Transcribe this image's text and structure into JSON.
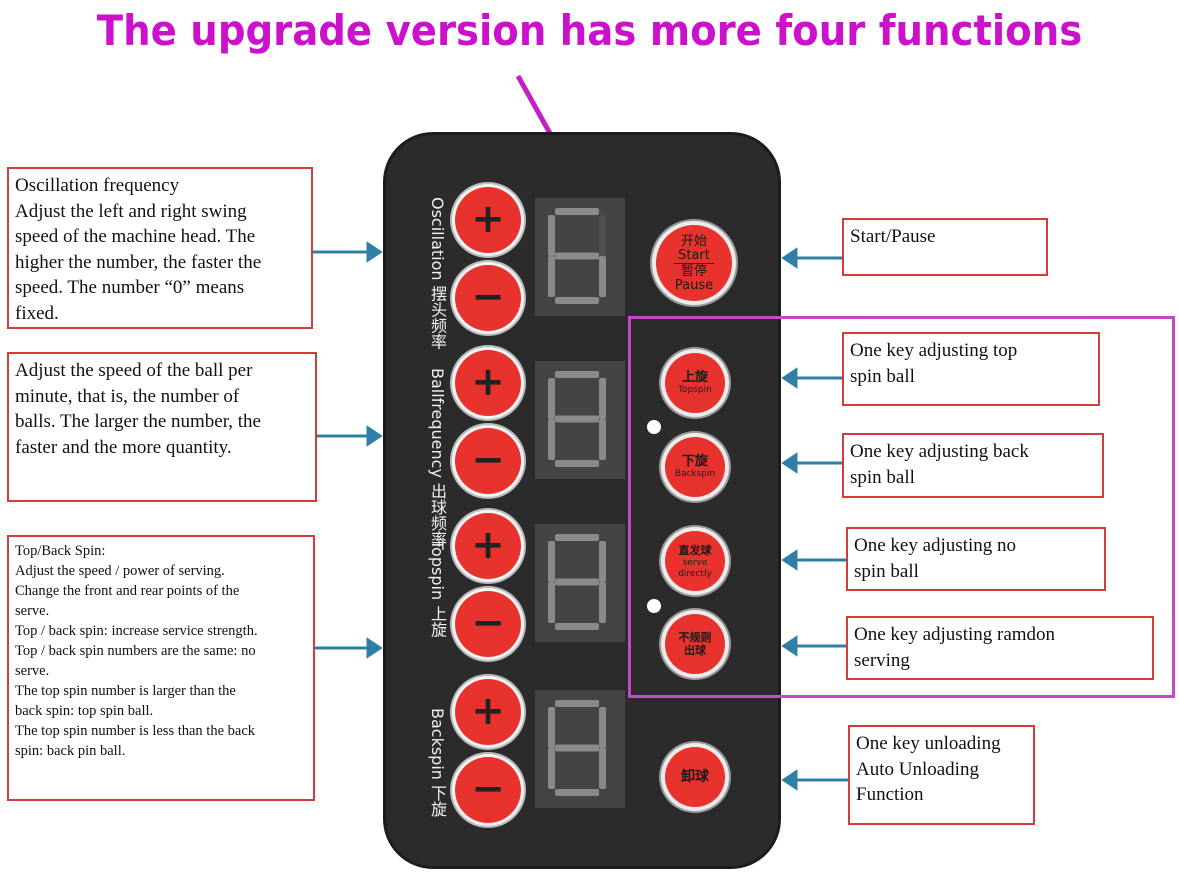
{
  "headline": "The upgrade version has more four functions",
  "callouts": {
    "oscillation": "Oscillation frequency\nAdjust the left and right swing\nspeed of the machine head. The\nhigher the number, the faster the\nspeed. The number “0” means\nfixed.",
    "ball_speed": "Adjust the speed of the ball per\nminute, that is, the number of\nballs. The larger the number, the\nfaster and the more quantity.",
    "spin": "Top/Back Spin:\nAdjust the speed / power of serving.\nChange the front and rear points of the\nserve.\nTop / back spin: increase service strength.\nTop / back spin numbers are the same: no\nserve.\nThe top spin number is larger than the\nback spin: top spin ball.\nThe top spin number is less than the back\nspin: back pin ball.",
    "start_pause": "Start/Pause",
    "top_spin": "One key adjusting top\nspin ball",
    "back_spin": "One key adjusting back\nspin ball",
    "no_spin": "One key adjusting no\nspin ball",
    "random": "One key adjusting ramdon\nserving",
    "unloading": "One key unloading\nAuto Unloading\nFunction"
  },
  "panel": {
    "rows": [
      {
        "label_en": "Oscillation",
        "label_zh": "摆头频率",
        "digit": "6"
      },
      {
        "label_en": "Ballfrequency",
        "label_zh": "出球频率",
        "digit": "8"
      },
      {
        "label_en": "Topspin",
        "label_zh": "上旋",
        "digit": "8"
      },
      {
        "label_en": "Backspin",
        "label_zh": "下旋",
        "digit": "8"
      }
    ],
    "plus": "+",
    "minus": "−",
    "start": {
      "zh1": "开始",
      "en1": "Start",
      "zh2": "暂停",
      "en2": "Pause"
    },
    "topspin_btn": {
      "zh": "上旋",
      "en": "Topspin"
    },
    "backspin_btn": {
      "zh": "下旋",
      "en": "Backspin"
    },
    "serve_btn": {
      "zh": "直发球",
      "en": "serve directly"
    },
    "random_btn": {
      "zh": "不规则出球"
    },
    "unload_btn": {
      "zh": "卸球"
    }
  },
  "colors": {
    "headline": "#cc11cc",
    "button": "#e8322e",
    "panel": "#2b2b2c",
    "connector": "#2f7fa6",
    "callout_border": "#d43c3c",
    "highlight_box": "#c24bc2"
  }
}
